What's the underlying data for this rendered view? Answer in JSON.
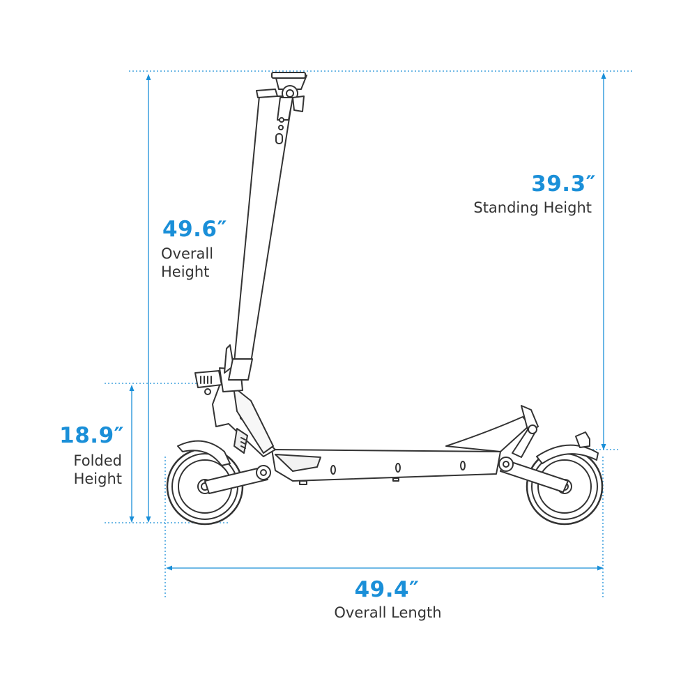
{
  "colors": {
    "accent": "#1a8fd8",
    "line_art": "#333333",
    "text": "#333333"
  },
  "dimensions": {
    "overall_height": {
      "value": "49.6″",
      "label_line1": "Overall",
      "label_line2": "Height"
    },
    "standing_height": {
      "value": "39.3″",
      "label": "Standing Height"
    },
    "folded_height": {
      "value": "18.9″",
      "label_line1": "Folded",
      "label_line2": "Height"
    },
    "overall_length": {
      "value": "49.4″",
      "label": "Overall Length"
    }
  }
}
